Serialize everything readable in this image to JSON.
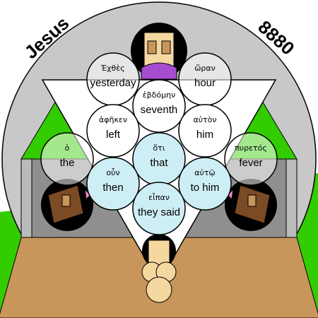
{
  "corner_left": "Jesus",
  "corner_right": "8880",
  "colors": {
    "green": "#33cc00",
    "brown": "#c8955a",
    "gray": "#c8c8c8",
    "light_blue": "#cdeef5",
    "white": "#ffffff",
    "translucent": "#ffffff"
  },
  "words": [
    {
      "greek": "Ἐχθὲς",
      "english": "yesterday",
      "fill": "translucent"
    },
    {
      "greek": "ὥραν",
      "english": "hour",
      "fill": "translucent"
    },
    {
      "greek": "ἑβδόμην",
      "english": "seventh",
      "fill": "white"
    },
    {
      "greek": "ἀφῆκεν",
      "english": "left",
      "fill": "white"
    },
    {
      "greek": "αὐτὸν",
      "english": "him",
      "fill": "white"
    },
    {
      "greek": "ὁ",
      "english": "the",
      "fill": "translucent"
    },
    {
      "greek": "ὅτι",
      "english": "that",
      "fill": "light_blue"
    },
    {
      "greek": "πυρετός",
      "english": "fever",
      "fill": "translucent"
    },
    {
      "greek": "οὖν",
      "english": "then",
      "fill": "light_blue"
    },
    {
      "greek": "αὐτῷ",
      "english": "to him",
      "fill": "light_blue"
    },
    {
      "greek": "εἶπαν",
      "english": "they said",
      "fill": "light_blue"
    }
  ]
}
